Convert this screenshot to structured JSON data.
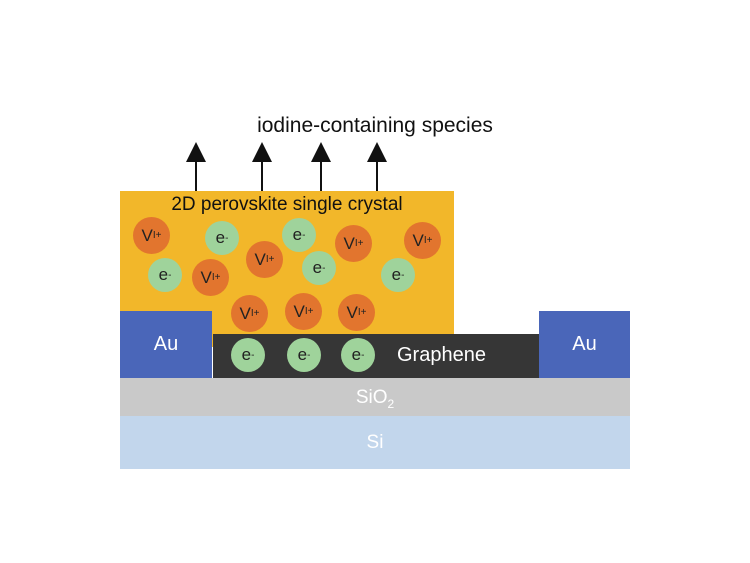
{
  "title": "iodine-containing species",
  "crystal": {
    "label": "2D perovskite single crystal"
  },
  "graphene": {
    "label": "Graphene"
  },
  "electrode_left": {
    "label": "Au"
  },
  "electrode_right": {
    "label": "Au"
  },
  "sio2": {
    "label": "SiO",
    "sub": "2"
  },
  "si": {
    "label": "Si"
  },
  "particles": {
    "vi": {
      "base": "V",
      "sub": "I",
      "sup": "+"
    },
    "el": {
      "base": "e",
      "sup": "-"
    }
  },
  "colors": {
    "crystal": "#f2b72a",
    "gold_electrode": "#4a66b9",
    "graphene": "#363636",
    "sio2": "#c9c9c9",
    "si": "#c2d6ec",
    "iodine_vacancy": "#e2752e",
    "electron": "#9fd39b"
  }
}
